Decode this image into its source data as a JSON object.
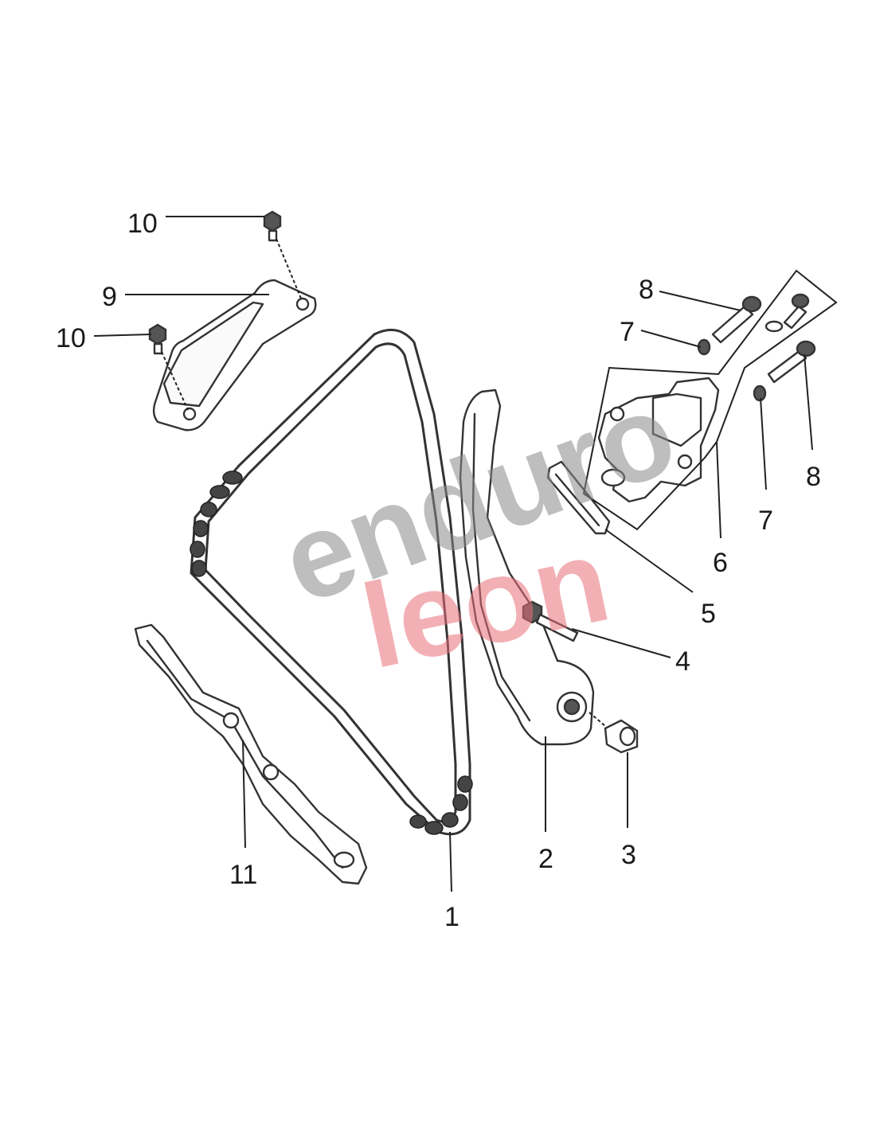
{
  "callouts": {
    "c1": "1",
    "c2": "2",
    "c3": "3",
    "c4": "4",
    "c5": "5",
    "c6": "6",
    "c7a": "7",
    "c7b": "7",
    "c8a": "8",
    "c8b": "8",
    "c9": "9",
    "c10a": "10",
    "c10b": "10",
    "c11": "11"
  },
  "watermark": {
    "line1": "enduro",
    "line2": "leon"
  },
  "colors": {
    "line": "#333333",
    "watermark_gray": "#8a8a8a",
    "watermark_red": "#e8707a"
  }
}
